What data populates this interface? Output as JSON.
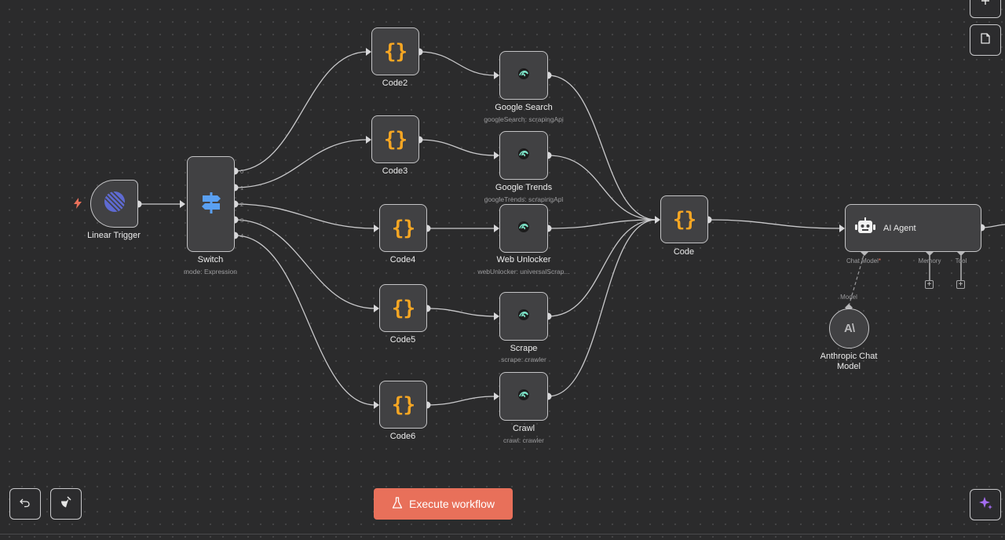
{
  "nodes": {
    "linear_trigger": {
      "label": "Linear Trigger"
    },
    "switch": {
      "label": "Switch",
      "sublabel": "mode: Expression",
      "outputs": [
        "0",
        "1",
        "2",
        "3",
        "4"
      ]
    },
    "code2": {
      "label": "Code2"
    },
    "code3": {
      "label": "Code3"
    },
    "code4": {
      "label": "Code4"
    },
    "code5": {
      "label": "Code5"
    },
    "code6": {
      "label": "Code6"
    },
    "google_search": {
      "label": "Google Search",
      "sublabel": "googleSearch: scrapingApi"
    },
    "google_trends": {
      "label": "Google Trends",
      "sublabel": "googleTrends: scrapingApi"
    },
    "web_unlocker": {
      "label": "Web Unlocker",
      "sublabel": "webUnlocker: universalScrap..."
    },
    "scrape": {
      "label": "Scrape",
      "sublabel": "scrape: crawler"
    },
    "crawl": {
      "label": "Crawl",
      "sublabel": "crawl: crawler"
    },
    "code": {
      "label": "Code"
    },
    "ai_agent": {
      "label": "AI Agent",
      "inputs": {
        "chat_model": "Chat Model",
        "required_mark": "*",
        "memory": "Memory",
        "tool": "Tool"
      }
    },
    "anthropic": {
      "label_line1": "Anthropic Chat",
      "label_line2": "Model",
      "port": "Model",
      "logo_text": "A\\"
    }
  },
  "controls": {
    "execute_label": "Execute workflow",
    "plus_glyph": "+"
  },
  "icons": {
    "trigger": "linear-logo-icon",
    "switch": "signpost-icon",
    "code": "braces-icon",
    "scraper": "swirl-logo-icon",
    "agent": "robot-icon",
    "zoom_in": "plus-icon",
    "sticky": "sticky-note-icon",
    "undo": "undo-icon",
    "tidy": "broom-icon",
    "ai_assist": "sparkle-icon",
    "execute": "flask-icon"
  },
  "colors": {
    "canvas": "#2b2b2c",
    "node_fill": "#414143",
    "node_border": "#c4c4c6",
    "code_accent": "#f6a623",
    "switch_accent": "#5aa0f2",
    "execute_button": "#e8705a",
    "trigger_bolt": "#e8705a",
    "sparkle": "#a46cf2"
  }
}
